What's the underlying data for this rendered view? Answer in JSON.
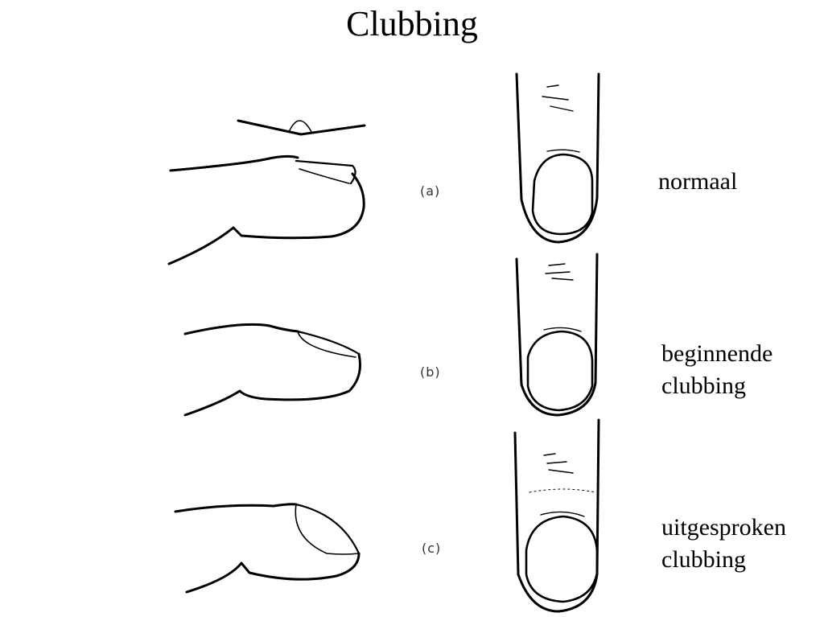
{
  "title": "Clubbing",
  "panels": [
    {
      "letter": "(a)",
      "label": "normaal"
    },
    {
      "letter": "(b)",
      "label": "beginnende\nclubbing"
    },
    {
      "letter": "(c)",
      "label": "uitgesproken\nclubbing"
    }
  ],
  "colors": {
    "ink": "#000000",
    "background": "#ffffff"
  }
}
